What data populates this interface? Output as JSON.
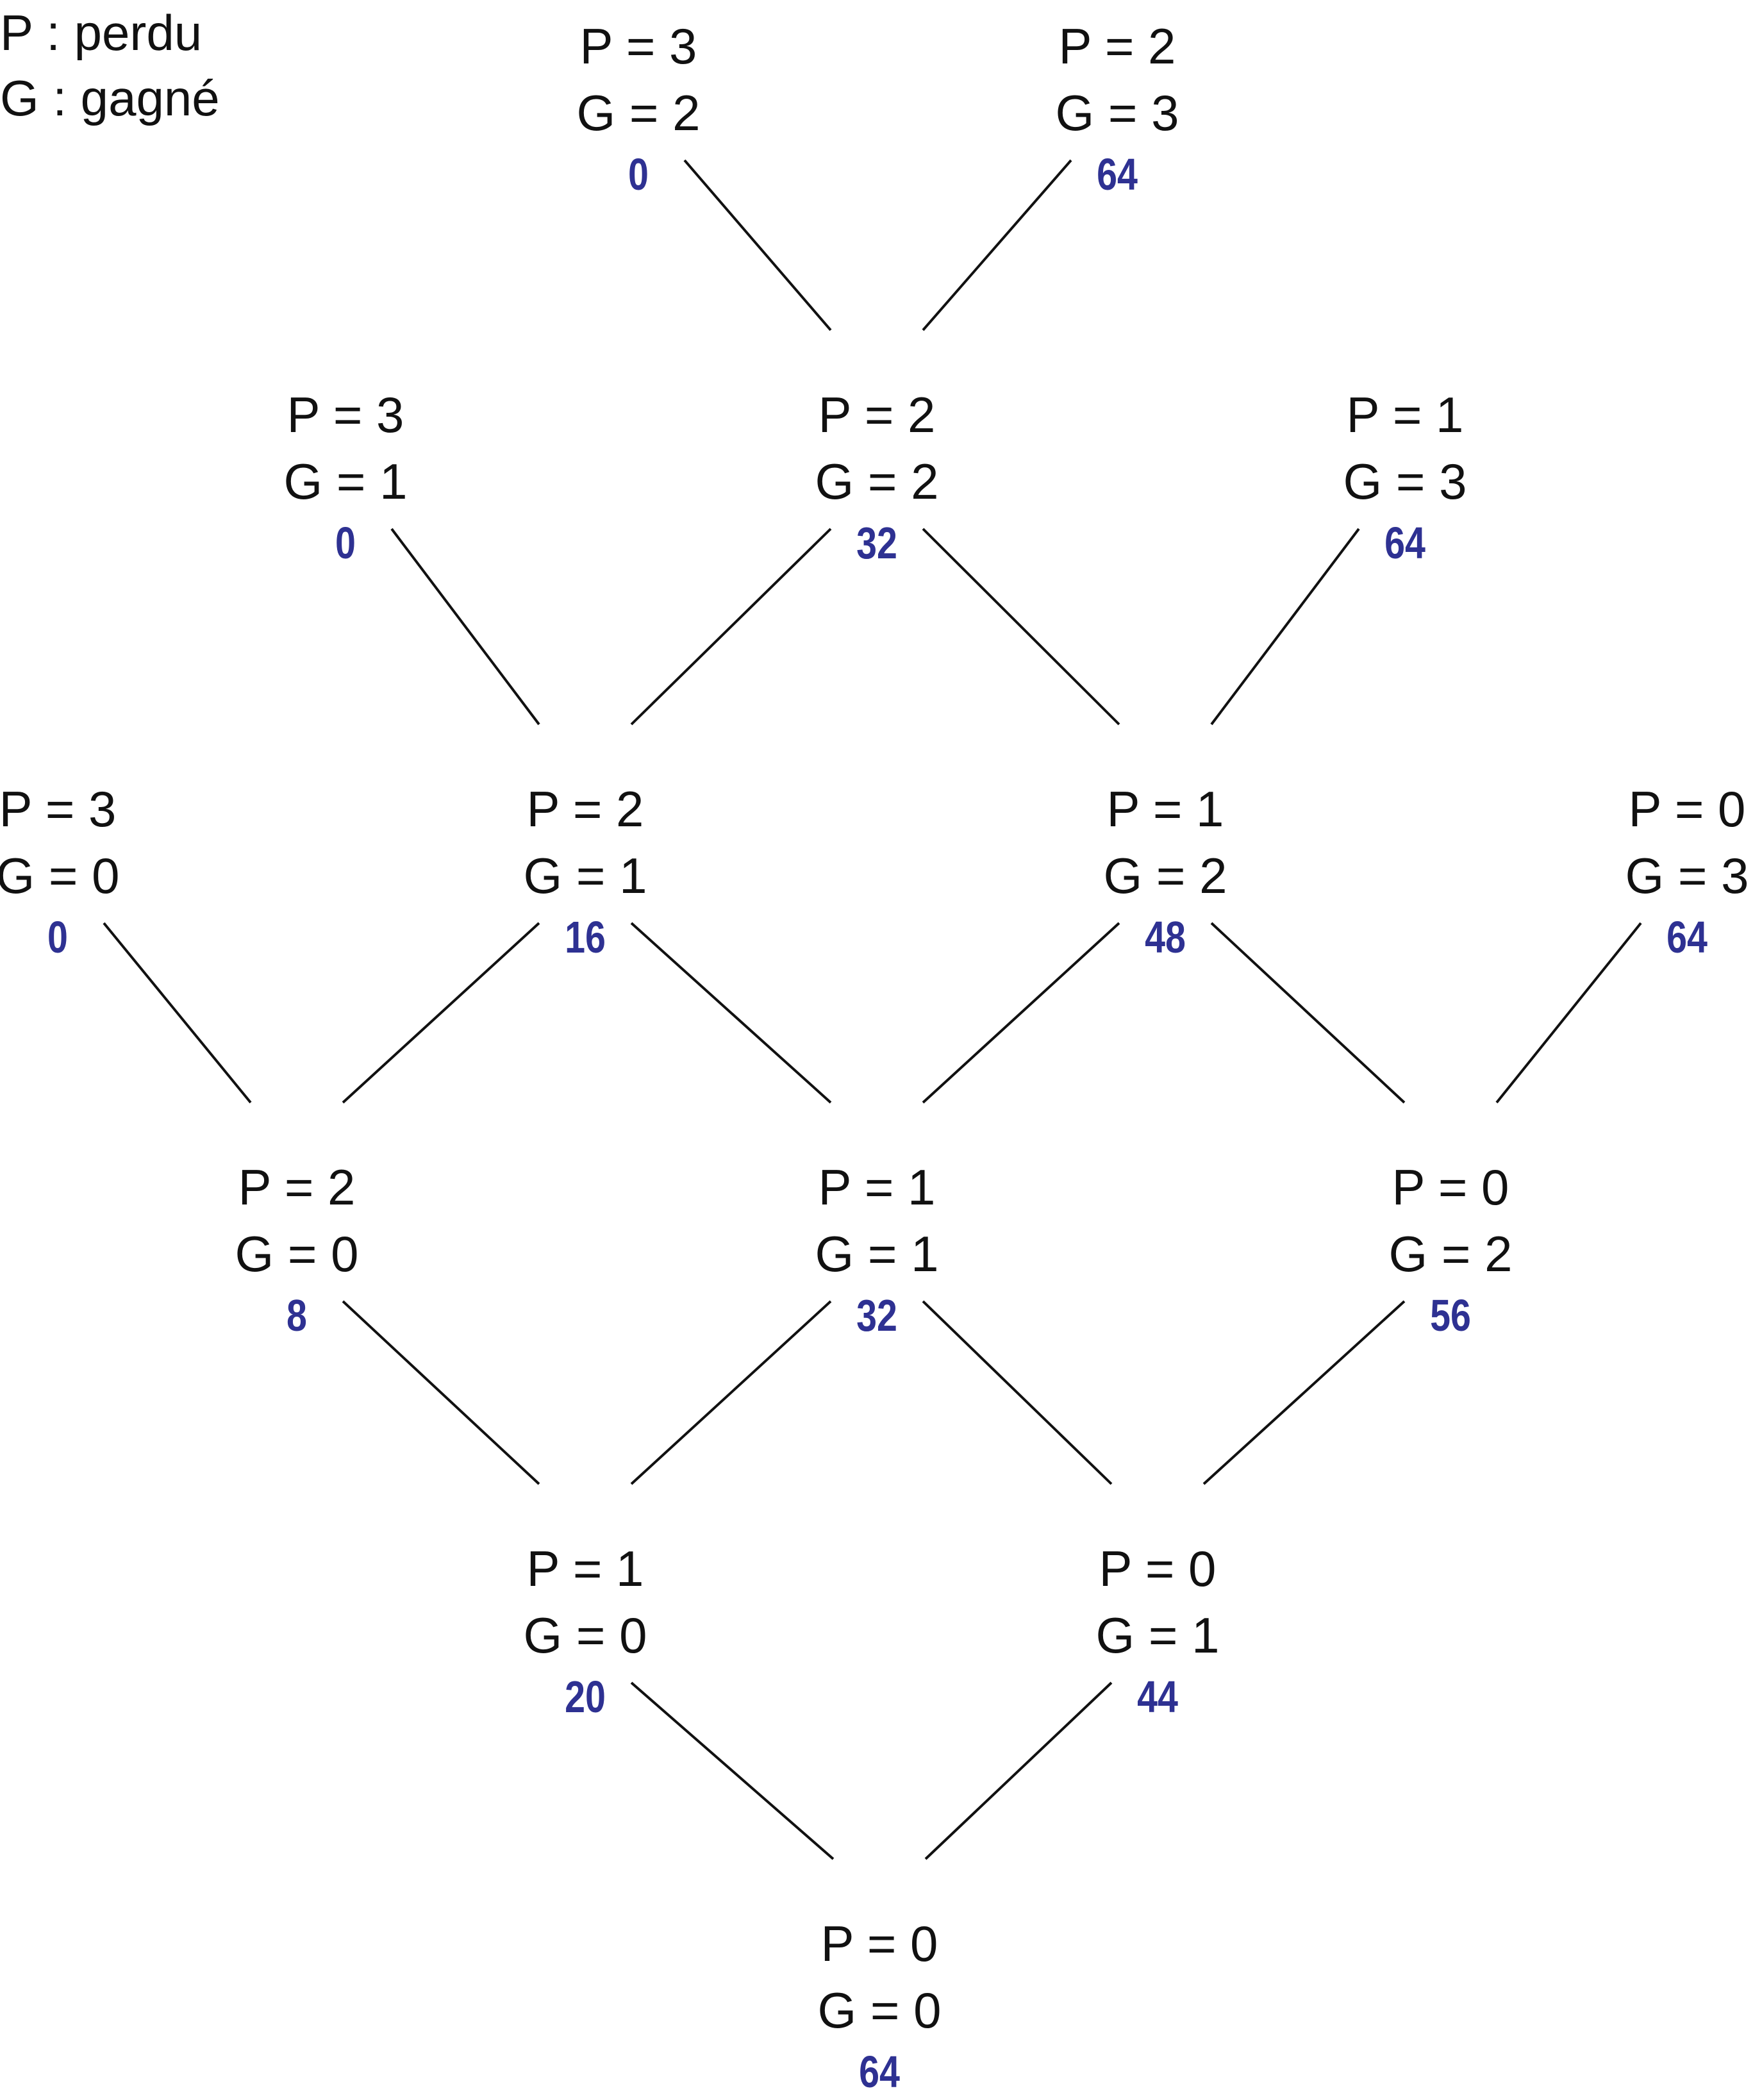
{
  "legend": {
    "p_line": "P : perdu",
    "g_line": "G : gagné"
  },
  "colors": {
    "text": "#111111",
    "value": "#2e3192",
    "edge": "#111111"
  },
  "nodes": [
    {
      "id": "n00",
      "p": "P = 0",
      "g": "G = 0",
      "value": "64"
    },
    {
      "id": "n10",
      "p": "P = 1",
      "g": "G = 0",
      "value": "20"
    },
    {
      "id": "n01",
      "p": "P = 0",
      "g": "G = 1",
      "value": "44"
    },
    {
      "id": "n20",
      "p": "P = 2",
      "g": "G = 0",
      "value": "8"
    },
    {
      "id": "n11",
      "p": "P = 1",
      "g": "G = 1",
      "value": "32"
    },
    {
      "id": "n02",
      "p": "P = 0",
      "g": "G = 2",
      "value": "56"
    },
    {
      "id": "n30",
      "p": "P = 3",
      "g": "G = 0",
      "value": "0"
    },
    {
      "id": "n21",
      "p": "P = 2",
      "g": "G = 1",
      "value": "16"
    },
    {
      "id": "n12",
      "p": "P = 1",
      "g": "G = 2",
      "value": "48"
    },
    {
      "id": "n03",
      "p": "P = 0",
      "g": "G = 3",
      "value": "64"
    },
    {
      "id": "n31",
      "p": "P = 3",
      "g": "G = 1",
      "value": "0"
    },
    {
      "id": "n22",
      "p": "P = 2",
      "g": "G = 2",
      "value": "32"
    },
    {
      "id": "n13",
      "p": "P = 1",
      "g": "G = 3",
      "value": "64"
    },
    {
      "id": "n32",
      "p": "P = 3",
      "g": "G = 2",
      "value": "0"
    },
    {
      "id": "n23",
      "p": "P = 2",
      "g": "G = 3",
      "value": "64"
    }
  ],
  "edges": [
    [
      "n00",
      "n10"
    ],
    [
      "n00",
      "n01"
    ],
    [
      "n10",
      "n20"
    ],
    [
      "n10",
      "n11"
    ],
    [
      "n01",
      "n11"
    ],
    [
      "n01",
      "n02"
    ],
    [
      "n20",
      "n30"
    ],
    [
      "n20",
      "n21"
    ],
    [
      "n11",
      "n21"
    ],
    [
      "n11",
      "n12"
    ],
    [
      "n02",
      "n12"
    ],
    [
      "n02",
      "n03"
    ],
    [
      "n21",
      "n31"
    ],
    [
      "n21",
      "n22"
    ],
    [
      "n12",
      "n22"
    ],
    [
      "n12",
      "n13"
    ],
    [
      "n22",
      "n32"
    ],
    [
      "n22",
      "n23"
    ]
  ]
}
